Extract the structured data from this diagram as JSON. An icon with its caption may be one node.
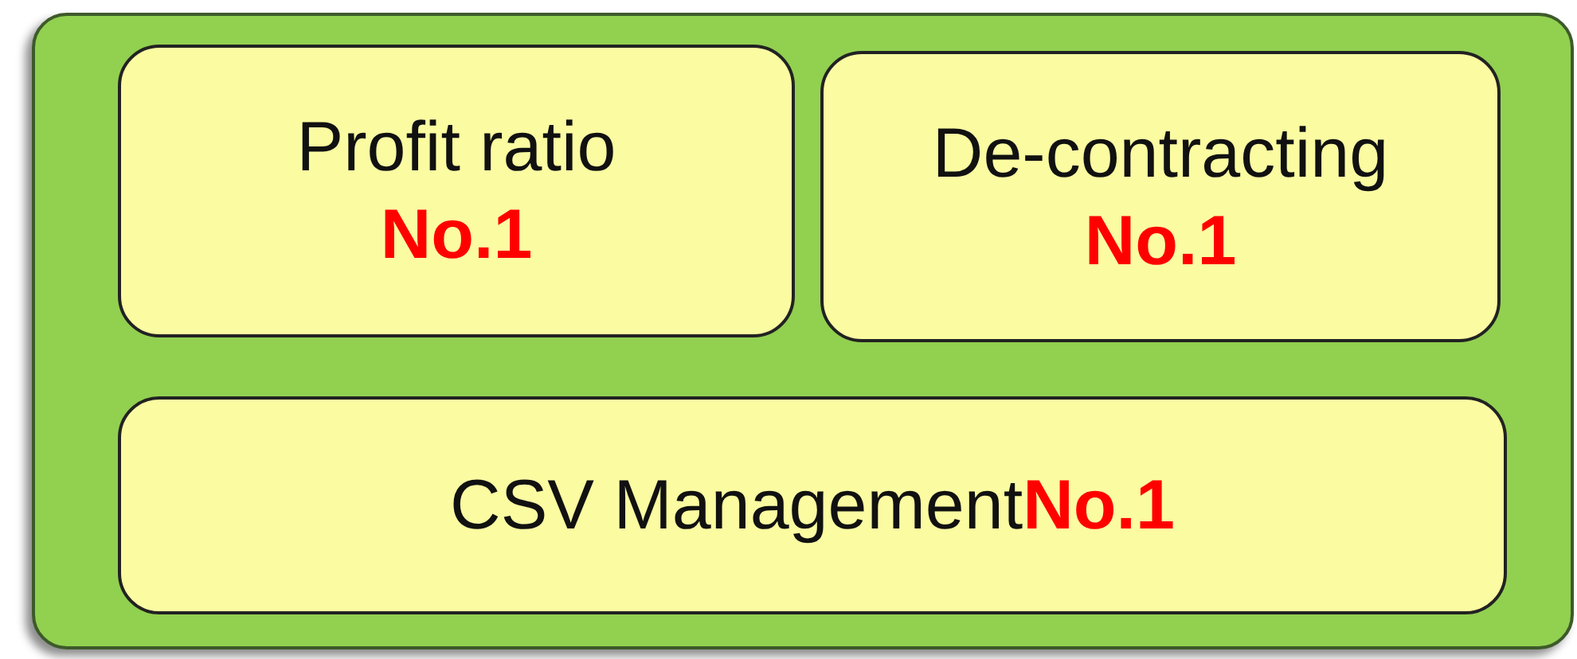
{
  "diagram": {
    "nodes": [
      {
        "text": [],
        "shape": "box"
      },
      {
        "text": [
          "Profit ratio",
          "No.1"
        ],
        "in": 0
      },
      {
        "text": [
          "De-contracting",
          "No.1"
        ],
        "in": 0
      },
      {
        "text": [
          "CSV Management",
          "No.1"
        ],
        "in": 0
      }
    ]
  }
}
